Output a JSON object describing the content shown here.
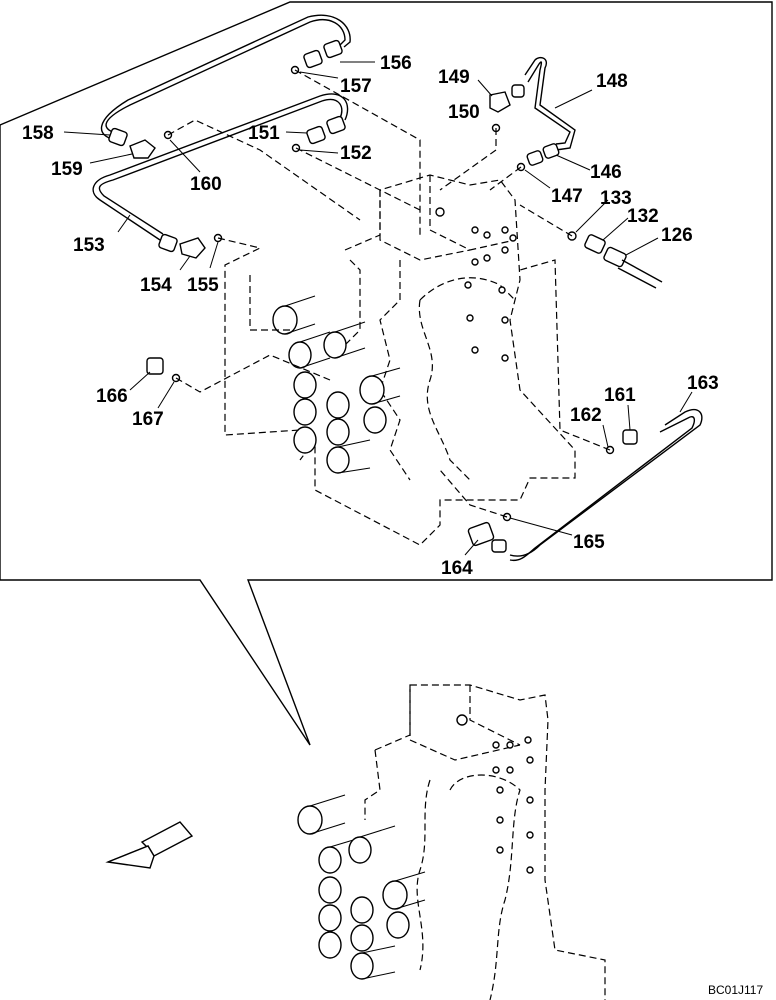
{
  "drawing_code": "BC01J117",
  "part_numbers": [
    "126",
    "132",
    "133",
    "146",
    "147",
    "148",
    "149",
    "150",
    "151",
    "152",
    "153",
    "154",
    "155",
    "156",
    "157",
    "158",
    "159",
    "160",
    "161",
    "162",
    "163",
    "164",
    "165",
    "166",
    "167"
  ],
  "icons": {
    "direction_arrow": "front-direction-arrow-icon",
    "valve_block": "control-valve-icon"
  }
}
